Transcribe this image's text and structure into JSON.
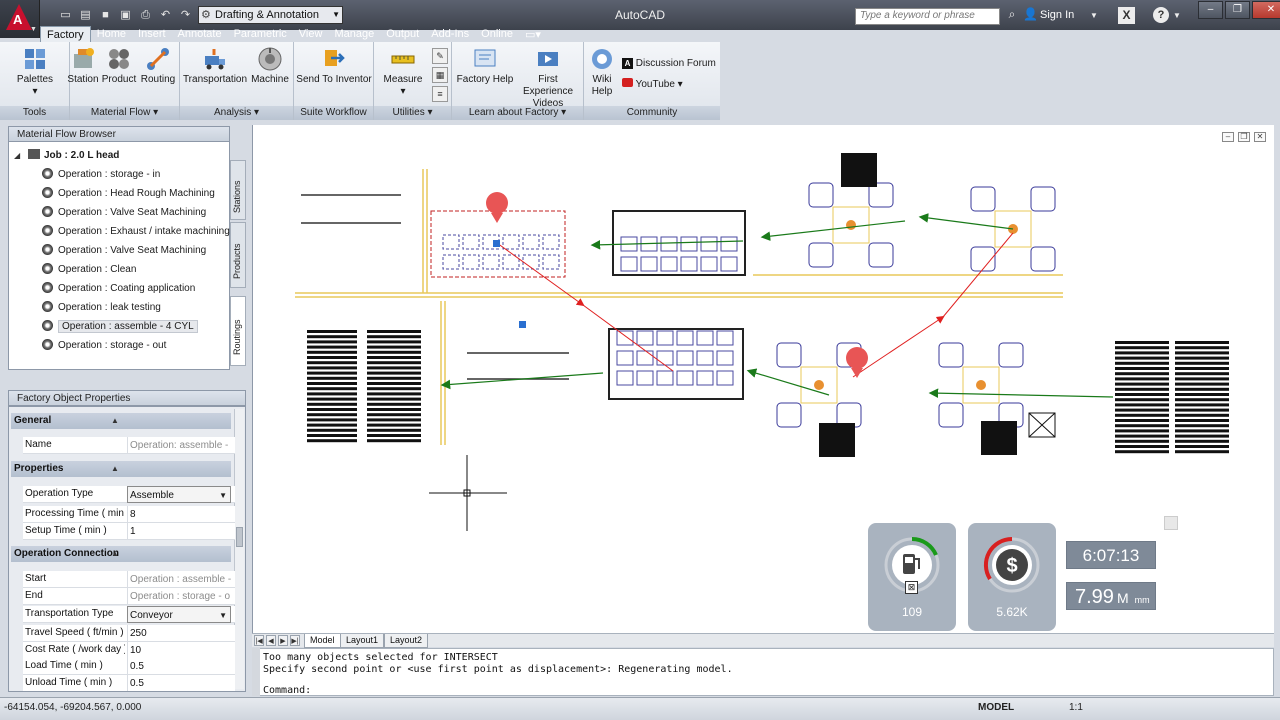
{
  "title_bar": {
    "app_title": "AutoCAD",
    "workspace": "Drafting & Annotation",
    "search_placeholder": "Type a keyword or phrase",
    "sign_in": "Sign In"
  },
  "ribbon_tabs": [
    "Factory",
    "Home",
    "Insert",
    "Annotate",
    "Parametric",
    "View",
    "Manage",
    "Output",
    "Add-Ins",
    "Online"
  ],
  "ribbon": {
    "groups": {
      "tools": "Tools",
      "material_flow": "Material Flow",
      "analysis": "Analysis",
      "suite_workflow": "Suite Workflow",
      "utilities": "Utilities",
      "learn": "Learn about Factory",
      "community": "Community"
    },
    "buttons": {
      "palettes": "Palettes",
      "station": "Station",
      "product": "Product",
      "routing": "Routing",
      "transportation": "Transportation",
      "machine": "Machine",
      "send_to_inventor": "Send To Inventor",
      "measure": "Measure",
      "factory_help": "Factory Help",
      "first_experience": "First Experience",
      "videos": "Videos",
      "wiki": "Wiki",
      "help": "Help",
      "discussion_forum": "Discussion Forum",
      "youtube": "YouTube"
    }
  },
  "material_flow_browser": {
    "title": "Material Flow Browser",
    "root": "Job : 2.0 L head",
    "operations": [
      "Operation : storage - in",
      "Operation : Head Rough Machining",
      "Operation : Valve Seat Machining",
      "Operation : Exhaust / intake machining",
      "Operation : Valve Seat Machining",
      "Operation : Clean",
      "Operation : Coating application",
      "Operation : leak testing",
      "Operation : assemble - 4 CYL",
      "Operation : storage - out"
    ],
    "side_tabs": [
      "Stations",
      "Products",
      "Routings"
    ]
  },
  "properties": {
    "title": "Factory Object Properties",
    "sections": {
      "general": "General",
      "properties": "Properties",
      "connection": "Operation Connection"
    },
    "name_label": "Name",
    "name_value": "Operation: assemble -",
    "operation_type_label": "Operation Type",
    "operation_type_value": "Assemble",
    "processing_time_label": "Processing Time ( min",
    "processing_time_value": "8",
    "setup_time_label": "Setup Time ( min )",
    "setup_time_value": "1",
    "start_label": "Start",
    "start_value": "Operation : assemble -",
    "end_label": "End",
    "end_value": "Operation : storage - o",
    "transport_type_label": "Transportation Type",
    "transport_type_value": "Conveyor",
    "travel_speed_label": "Travel Speed ( ft/min )",
    "travel_speed_value": "250",
    "cost_rate_label": "Cost Rate ( /work day )",
    "cost_rate_value": "10",
    "load_time_label": "Load Time ( min )",
    "load_time_value": "0.5",
    "unload_time_label": "Unload Time ( min )",
    "unload_time_value": "0.5"
  },
  "dashboard": {
    "fuel_value": "109",
    "cost_value": "5.62K",
    "time": "6:07:13",
    "distance_value": "7.99",
    "distance_unit": "M",
    "distance_sub": "mm",
    "fuel_icon": "fuel-pump-icon",
    "cost_icon": "dollar-icon"
  },
  "layout_tabs": [
    "Model",
    "Layout1",
    "Layout2"
  ],
  "command_line": {
    "lines": [
      "Too many objects selected for INTERSECT",
      "Specify second point or <use first point as displacement>: Regenerating model."
    ],
    "prompt": "Command:"
  },
  "status_bar": {
    "coordinates": "-64154.054, -69204.567, 0.000",
    "model": "MODEL",
    "scale": "1:1"
  },
  "colors": {
    "accent": "#c8102e",
    "flow_arrow": "#1a7a1a",
    "route_line": "#e02020",
    "conveyor": "#e8c85a"
  }
}
